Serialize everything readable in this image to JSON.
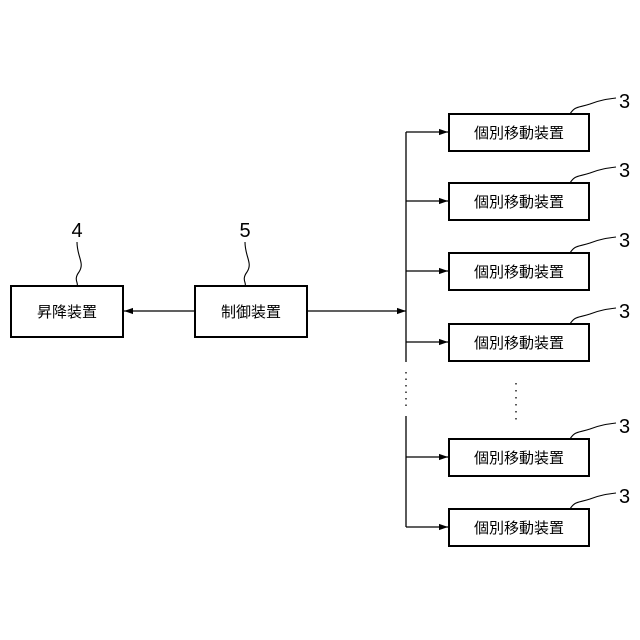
{
  "lift_device": {
    "label": "昇降装置",
    "ref": "4"
  },
  "control_device": {
    "label": "制御装置",
    "ref": "5"
  },
  "moving_devices": [
    {
      "label": "個別移動装置",
      "ref": "3"
    },
    {
      "label": "個別移動装置",
      "ref": "3"
    },
    {
      "label": "個別移動装置",
      "ref": "3"
    },
    {
      "label": "個別移動装置",
      "ref": "3"
    },
    {
      "label": "個別移動装置",
      "ref": "3"
    },
    {
      "label": "個別移動装置",
      "ref": "3"
    }
  ],
  "colors": {
    "stroke": "#000000",
    "background": "#ffffff"
  }
}
